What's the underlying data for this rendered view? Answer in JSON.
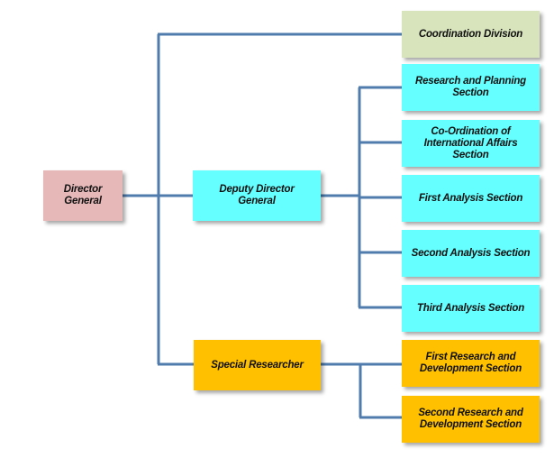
{
  "chart_data": {
    "type": "org-chart",
    "title": "",
    "colors": {
      "connector": "#4f7cad",
      "root": "#e6b8b8",
      "division": "#d8e4bc",
      "deputy_branch": "#66ffff",
      "special_branch": "#ffc000"
    },
    "nodes": [
      {
        "id": "dg",
        "label": "Director\nGeneral",
        "parent": null,
        "color": "#e6b8b8"
      },
      {
        "id": "coord",
        "label": "Coordination Division",
        "parent": "dg",
        "color": "#d8e4bc"
      },
      {
        "id": "ddg",
        "label": "Deputy Director\nGeneral",
        "parent": "dg",
        "color": "#66ffff"
      },
      {
        "id": "sr",
        "label": "Special Researcher",
        "parent": "dg",
        "color": "#ffc000"
      },
      {
        "id": "rps",
        "label": "Research and Planning\nSection",
        "parent": "ddg",
        "color": "#66ffff"
      },
      {
        "id": "cias",
        "label": "Co-Ordination of\nInternational Affairs\nSection",
        "parent": "ddg",
        "color": "#66ffff"
      },
      {
        "id": "fas",
        "label": "First Analysis Section",
        "parent": "ddg",
        "color": "#66ffff"
      },
      {
        "id": "sas",
        "label": "Second Analysis Section",
        "parent": "ddg",
        "color": "#66ffff"
      },
      {
        "id": "tas",
        "label": "Third Analysis Section",
        "parent": "ddg",
        "color": "#66ffff"
      },
      {
        "id": "frd",
        "label": "First Research and\nDevelopment Section",
        "parent": "sr",
        "color": "#ffc000"
      },
      {
        "id": "srd",
        "label": "Second Research and\nDevelopment Section",
        "parent": "sr",
        "color": "#ffc000"
      }
    ]
  }
}
